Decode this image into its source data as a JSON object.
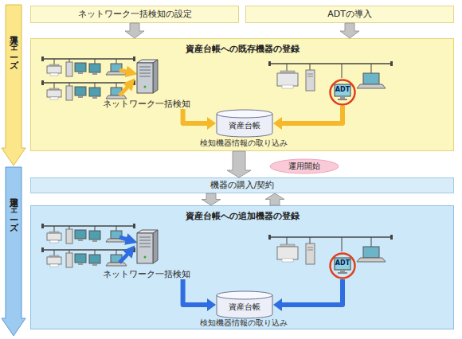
{
  "diagram": {
    "nodes": [
      {
        "text": [
          "導入フェーズ"
        ]
      },
      {
        "text": [
          "ネットワーク一括検知の設定"
        ]
      },
      {
        "text": [
          "ADTの導入"
        ]
      },
      {
        "text": [
          "資産台帳への既存機器の登録"
        ]
      },
      {
        "text": [
          "ネットワーク一括検知"
        ],
        "in": 3
      },
      {
        "text": [
          "ADT"
        ],
        "in": 3
      },
      {
        "text": [
          "資産台帳"
        ],
        "in": 3
      },
      {
        "text": [
          "運用フェーズ"
        ]
      },
      {
        "text": [
          "運用開始"
        ]
      },
      {
        "text": [
          "機器の購入/契約"
        ]
      },
      {
        "text": [
          "資産台帳への追加機器の登録"
        ]
      },
      {
        "text": [
          "ネットワーク一括検知"
        ],
        "in": 10
      },
      {
        "text": [
          "ADT"
        ],
        "in": 10
      },
      {
        "text": [
          "資産台帳"
        ],
        "in": 10
      }
    ],
    "edges": [
      {
        "from": 1,
        "to": 3,
        "arrow": "to"
      },
      {
        "from": 2,
        "to": 3,
        "arrow": "to"
      },
      {
        "from": 4,
        "to": 6,
        "arrow": "to"
      },
      {
        "from": 5,
        "to": 6,
        "arrow": "to"
      },
      {
        "from": 3,
        "to": 9,
        "arrow": "to"
      },
      {
        "from": 9,
        "to": 10,
        "arrow": "to"
      },
      {
        "from": 10,
        "to": 9,
        "arrow": "to"
      },
      {
        "from": 11,
        "to": 13,
        "arrow": "to"
      },
      {
        "from": 12,
        "to": 13,
        "arrow": "to"
      }
    ],
    "labels": [
      "検知機器情報の取り込み",
      "検知機器情報の取り込み"
    ]
  }
}
